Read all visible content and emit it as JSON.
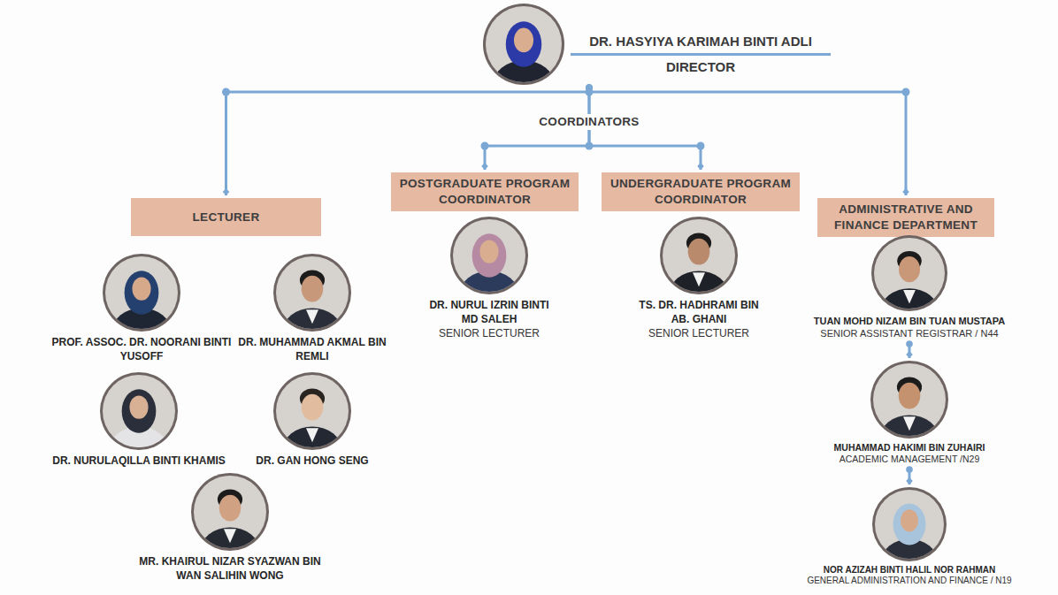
{
  "diagram": {
    "nodes": [
      {
        "text": [
          "DR. HASYIYA KARIMAH BINTI ADLI",
          "DIRECTOR"
        ]
      },
      {
        "text": [
          "LECTURER"
        ]
      },
      {
        "text": [
          "POSTGRADUATE PROGRAM COORDINATOR"
        ]
      },
      {
        "text": [
          "UNDERGRADUATE PROGRAM COORDINATOR"
        ]
      },
      {
        "text": [
          "ADMINISTRATIVE AND FINANCE DEPARTMENT"
        ]
      },
      {
        "text": [
          "PROF. ASSOC. DR. NOORANI BINTI YUSOFF"
        ]
      },
      {
        "text": [
          "DR. MUHAMMAD AKMAL BIN REMLI"
        ]
      },
      {
        "text": [
          "DR. NURULAQILLA BINTI KHAMIS"
        ]
      },
      {
        "text": [
          "DR. GAN HONG SENG"
        ]
      },
      {
        "text": [
          "MR. KHAIRUL NIZAR SYAZWAN BIN WAN SALIHIN WONG"
        ]
      },
      {
        "text": [
          "DR. NURUL IZRIN BINTI MD SALEH",
          "SENIOR LECTURER"
        ]
      },
      {
        "text": [
          "TS. DR. HADHRAMI BIN AB. GHANI",
          "SENIOR LECTURER"
        ]
      },
      {
        "text": [
          "TUAN MOHD NIZAM BIN TUAN MUSTAPA",
          "SENIOR ASSISTANT REGISTRAR / N44"
        ]
      },
      {
        "text": [
          "MUHAMMAD HAKIMI BIN ZUHAIRI",
          "ACADEMIC MANAGEMENT /N29"
        ]
      },
      {
        "text": [
          "NOR AZIZAH BINTI HALIL NOR RAHMAN",
          "GENERAL ADMINISTRATION AND FINANCE / N19"
        ]
      }
    ],
    "edges": [
      {
        "from": 0,
        "to": 1,
        "arrow": "to"
      },
      {
        "from": 0,
        "to": 2,
        "arrow": "to"
      },
      {
        "from": 0,
        "to": 3,
        "arrow": "to"
      },
      {
        "from": 0,
        "to": 4,
        "arrow": "to"
      },
      {
        "from": 12,
        "to": 13,
        "arrow": "to"
      },
      {
        "from": 13,
        "to": 14,
        "arrow": "to"
      }
    ],
    "labels": [
      "COORDINATORS"
    ]
  }
}
